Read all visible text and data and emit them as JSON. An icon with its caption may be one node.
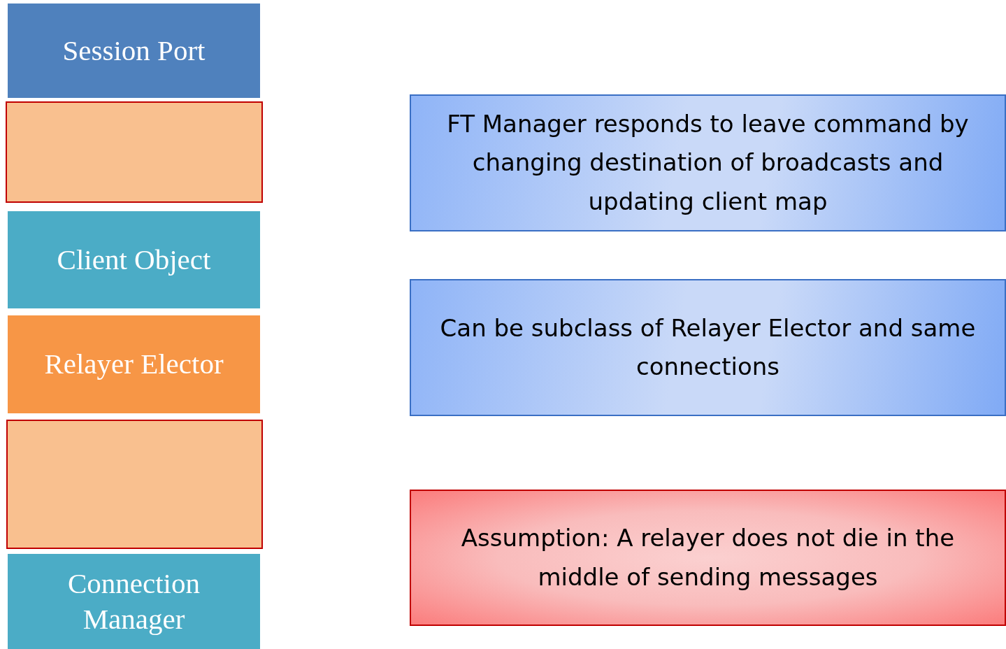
{
  "diagram": {
    "nodes": [
      {
        "text": [
          "Session Port"
        ]
      },
      {
        "text": [],
        "shape": "box"
      },
      {
        "text": [
          "Client Object"
        ]
      },
      {
        "text": [
          "Relayer Elector"
        ]
      },
      {
        "text": [],
        "shape": "box"
      },
      {
        "text": [
          "Connection Manager"
        ]
      },
      {
        "text": [
          "FT Manager responds to leave command by changing destination of broadcasts and updating client map"
        ]
      },
      {
        "text": [
          "Can be subclass of Relayer Elector and same connections"
        ]
      },
      {
        "text": [
          "Assumption: A relayer does not die in the middle of sending messages"
        ]
      }
    ]
  }
}
